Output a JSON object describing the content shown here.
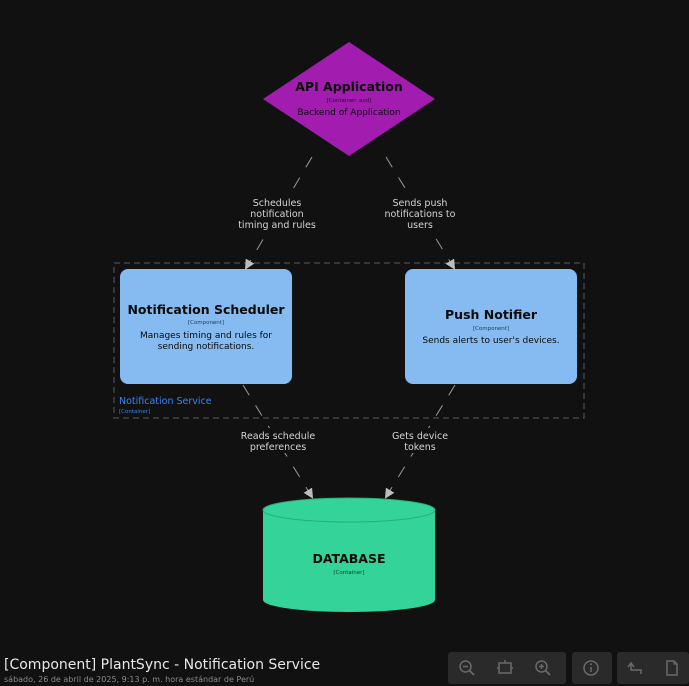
{
  "nodes": {
    "api": {
      "title": "API Application",
      "type": "[Container: aud]",
      "description": "Backend of Application",
      "color": "#a21caf"
    },
    "scheduler": {
      "title": "Notification Scheduler",
      "type": "[Component]",
      "description_line1": "Manages timing and rules for",
      "description_line2": "sending notifications.",
      "color": "#85bbf0"
    },
    "push": {
      "title": "Push Notifier",
      "type": "[Component]",
      "description": "Sends alerts to user's devices.",
      "color": "#85bbf0"
    },
    "database": {
      "title": "DATABASE",
      "type": "[Container]",
      "color": "#34d399"
    }
  },
  "boundary": {
    "label": "Notification Service",
    "type": "[Container]",
    "color": "#3b82f6"
  },
  "edges": {
    "api_to_scheduler": [
      "Schedules",
      "notification",
      "timing and rules"
    ],
    "api_to_push": [
      "Sends push",
      "notifications to",
      "users"
    ],
    "scheduler_to_db": [
      "Reads schedule",
      "preferences"
    ],
    "push_to_db": [
      "Gets device",
      "tokens"
    ]
  },
  "footer": {
    "title": "[Component] PlantSync - Notification Service",
    "date": "sábado, 26 de abril de 2025, 9:13 p. m. hora estándar de Perú"
  },
  "toolbar": {
    "icons": [
      "zoom-out-icon",
      "fit-icon",
      "zoom-in-icon",
      "info-icon",
      "undo-icon",
      "document-icon"
    ]
  }
}
